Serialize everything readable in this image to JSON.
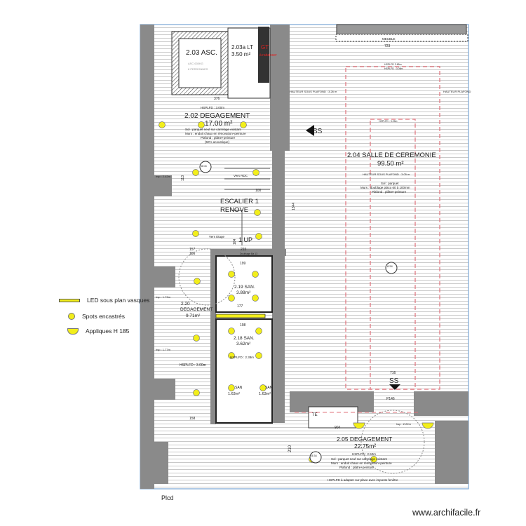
{
  "colors": {
    "spot": "#f2ee1a",
    "wall": "#8a8a8a",
    "frame": "#7aa7d6",
    "dashed_red": "#e0707a",
    "text": "#222222"
  },
  "rooms": {
    "asc": {
      "name": "2.03 ASC.",
      "note1": "ASC 630KG",
      "note2": "8 PERSONNES"
    },
    "lt": {
      "name": "2.03a LT",
      "area": "3.50 m²"
    },
    "gt": {
      "name": "GT",
      "note": "à rabaisser"
    },
    "deg202": {
      "name": "2.02 DEGAGEMENT",
      "area": "17.00 m²",
      "hsplfd": "HSPLFD : 3.00m",
      "sol": "Sol : parquet neuf sur carrelage existant",
      "murs": "Murs : enduit chaux en rénovation+peinture",
      "plafond": "Plafond : plâtre+peinture",
      "acoustic": "(50% acoustique)",
      "dim": "376"
    },
    "salle": {
      "name": "2.04 SALLE DE CEREMONIE",
      "area": "99.50 m²",
      "hauteur": "HAUTEUR SOUS PLAFOND : 3.05 m",
      "sol": "Sol : parquet",
      "murs": "Murs : doublage placo 60 à 100mm",
      "plafond": "Plafond : plâtre+peinture",
      "meuble": "MEUBLE",
      "dim_top": "723",
      "dim_bottom": "716",
      "hsplfd1": "HSPLFD 3.65m",
      "hsplfd2": "HSPLFD : 3.05m",
      "hsplfd3": "HSPLFD : 3.25m",
      "hauteur_left": "HAUTEUR SOUS PLAFOND : 3.26 m",
      "hauteur_right": "HAUTEUR PLAFOND"
    },
    "escalier": {
      "name1": "ESCALIER 1",
      "name2": "RENOVE",
      "up": "1 UP",
      "vers_rdc": "Vers RDC",
      "vers_etage": "Vers Etage",
      "dim_100": "100",
      "dim_157": "157",
      "dim_156": "156",
      "dim_215": "215",
      "dim_113": "113",
      "dim_104": "104",
      "doublage": "Doublage Ba 13",
      "hsp": "hsp : 2.42m",
      "badge": "8.04"
    },
    "san219": {
      "name": "2.19 SAN.",
      "area": "3.88m²",
      "dim": "199",
      "dim2": "177"
    },
    "deg220": {
      "name1": "2.20",
      "name2": "DEGAGEMENT",
      "area": "9.71m²",
      "hsp1": "hsp : 1.73m",
      "hsp2": "hsp : 1.77m",
      "hsplfd": "HSPLFD : 3.00m",
      "dim": "158"
    },
    "san218": {
      "name": "2.18 SAN.",
      "area": "3.62m²",
      "dim": "198",
      "hsplfd": "HSPLFD : 2.38m"
    },
    "sanA": {
      "name": "SAN",
      "area": "1.63m²"
    },
    "sanB": {
      "name": "SAN",
      "area": "1.63m²"
    },
    "deg205": {
      "name": "2.05 DEGAGEMENT",
      "area": "22.75m²",
      "hsplfd": "HSPLFD : 2.50m",
      "sol": "Sol : parquet neuf sur carrelage existant",
      "murs": "Murs : enduit chaux en rénovation+peinture",
      "plafond": "Plafond : plâtre+peinture",
      "note": "HSPLFD à adapter sur place avec imposte fenêtre",
      "te": "TE",
      "dim_904": "904",
      "dim_210": "210",
      "p146": "P146",
      "hsp": "hsp : 2.22m",
      "badge": "8.54",
      "plcd": "Plcd"
    },
    "misc": {
      "ss1": "SS",
      "ss2": "SS",
      "dim_1344": "1344",
      "badge_salle": "8.54"
    }
  },
  "legend": [
    {
      "icon": "led-strip",
      "label": "LED sous plan vasques"
    },
    {
      "icon": "spot",
      "label": "Spots encastrés"
    },
    {
      "icon": "applique",
      "label": "Appliques H 185"
    }
  ],
  "watermark": "www.archifacile.fr"
}
